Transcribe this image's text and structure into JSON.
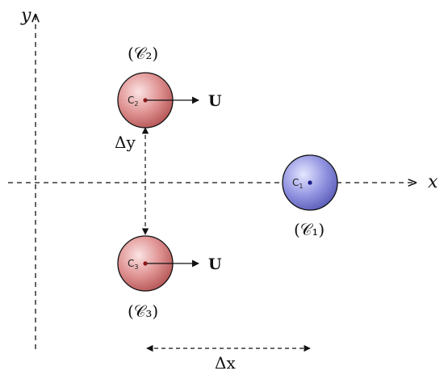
{
  "axes": {
    "x_label": "x",
    "y_label": "y"
  },
  "particles": {
    "c1": {
      "set_label": "(𝒞₁)",
      "center_label": "C",
      "center_sub": "1",
      "color": "#7f81d6"
    },
    "c2": {
      "set_label": "(𝒞₂)",
      "center_label": "C",
      "center_sub": "2",
      "color": "#d97a7a",
      "velocity_label": "U"
    },
    "c3": {
      "set_label": "(𝒞₃)",
      "center_label": "C",
      "center_sub": "3",
      "color": "#d97a7a",
      "velocity_label": "U"
    }
  },
  "dimensions": {
    "dy_label": "Δy",
    "dx_label": "Δx"
  },
  "colors": {
    "line": "#111111",
    "red_center": "#8b1a1a",
    "blue_center": "#1a1a8b"
  }
}
